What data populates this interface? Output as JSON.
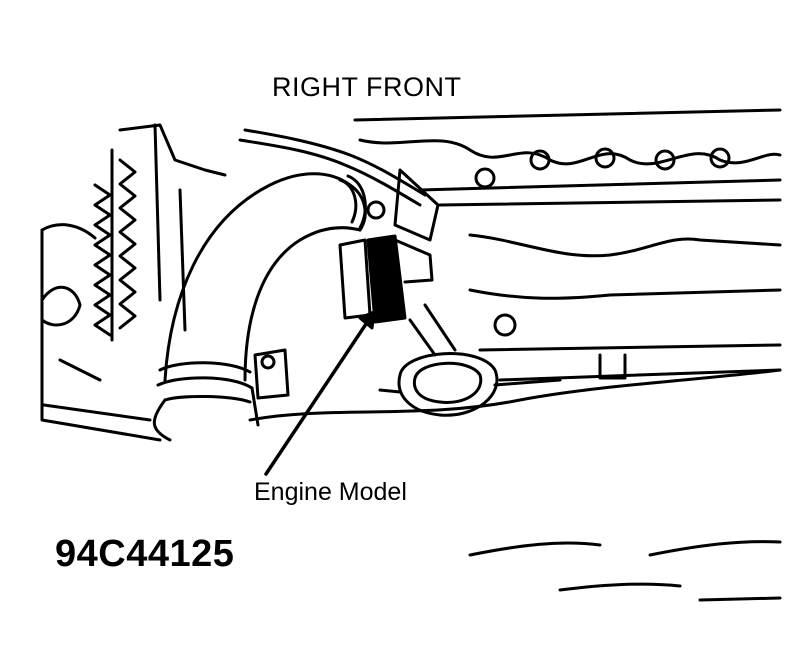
{
  "labels": {
    "orientation": "RIGHT FRONT",
    "callout": "Engine Model",
    "figure_code": "94C44125"
  }
}
